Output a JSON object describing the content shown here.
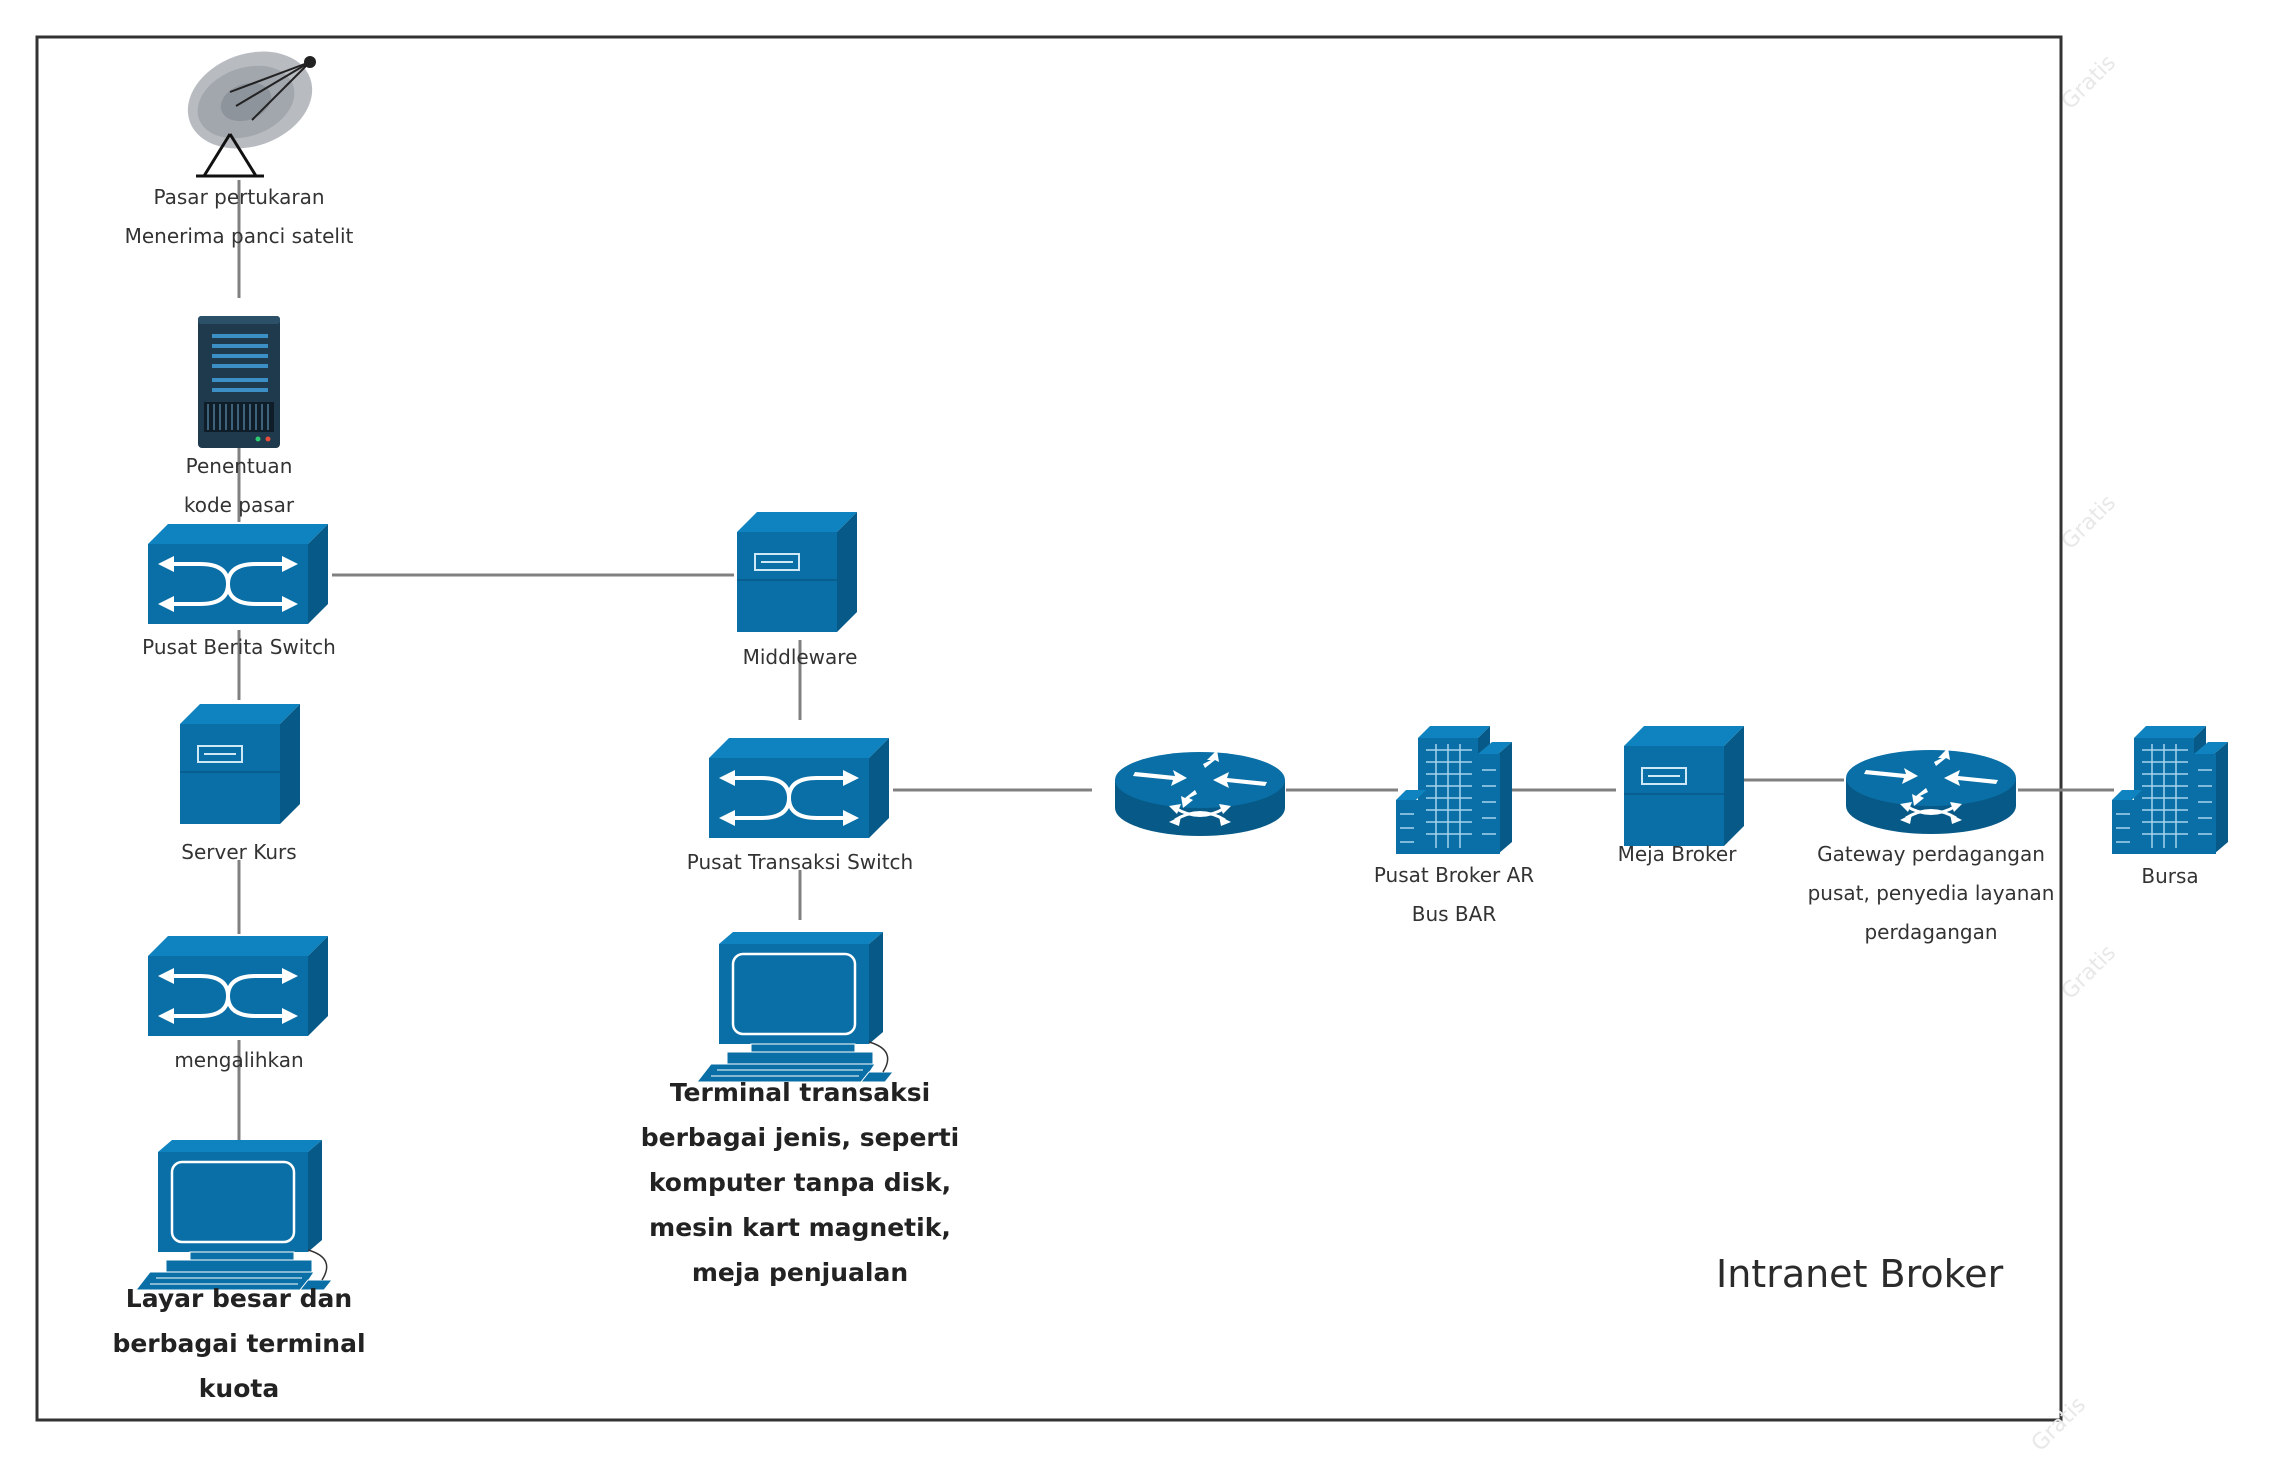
{
  "diagram": {
    "title": "Intranet Broker",
    "nodes": {
      "satellite": {
        "label_1": "Pasar pertukaran",
        "label_2": "Menerima panci satelit"
      },
      "code_server": {
        "label_1": "Penentuan",
        "label_2": "kode pasar"
      },
      "news_switch": {
        "label": "Pusat Berita Switch"
      },
      "middleware": {
        "label": "Middleware"
      },
      "rate_server": {
        "label": "Server Kurs"
      },
      "trade_switch": {
        "label": "Pusat Transaksi Switch"
      },
      "switch": {
        "label": "mengalihkan"
      },
      "big_screen": {
        "label_1": "Layar besar dan",
        "label_2": "berbagai terminal",
        "label_3": "kuota"
      },
      "terminal": {
        "label_1": "Terminal transaksi",
        "label_2": "berbagai jenis, seperti",
        "label_3": "komputer tanpa disk,",
        "label_4": "mesin kart magnetik,",
        "label_5": "meja penjualan"
      },
      "broker_center": {
        "label_1": "Pusat Broker AR",
        "label_2": "Bus BAR"
      },
      "broker_desk": {
        "label": "Meja Broker"
      },
      "gateway": {
        "label_1": "Gateway perdagangan",
        "label_2": "pusat, penyedia layanan",
        "label_3": "perdagangan"
      },
      "exchange": {
        "label": "Bursa"
      }
    },
    "colors": {
      "device_blue": "#0a6fa6",
      "device_dark": "#075a87",
      "server_dark": "#1f3a4d",
      "line": "#808080",
      "frame": "#333333"
    },
    "watermark": "Gratis"
  }
}
